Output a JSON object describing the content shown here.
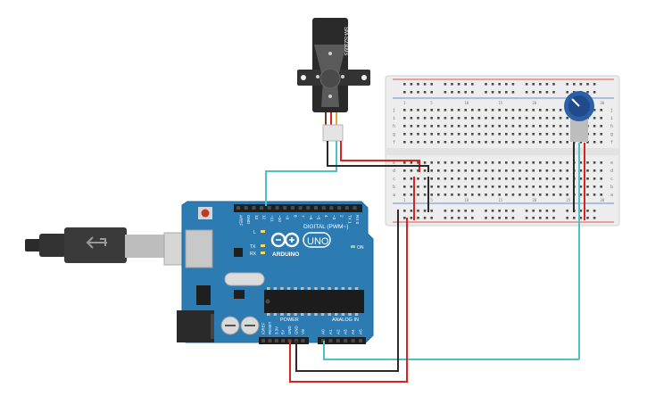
{
  "arduino": {
    "logo_text": "ARDUINO",
    "model_text": "UNO",
    "digital_header_label": "DIGITAL (PWM~)",
    "power_header_label": "POWER",
    "analog_header_label": "ANALOG IN",
    "on_label": "ON",
    "led_labels": {
      "l": "L",
      "tx": "TX",
      "rx": "RX"
    },
    "digital_pins": [
      "AREF",
      "GND",
      "13",
      "12",
      "~11",
      "~10",
      "~9",
      "8",
      "7",
      "~6",
      "~5",
      "4",
      "~3",
      "2",
      "TX 1",
      "RX 0"
    ],
    "power_pins": [
      "IOREF",
      "RESET",
      "3.3V",
      "5V",
      "GND",
      "GND",
      "Vin"
    ],
    "analog_pins": [
      "A0",
      "A1",
      "A2",
      "A3",
      "A4",
      "A5"
    ]
  },
  "servo": {
    "model_label": "SM-S2309S"
  },
  "breadboard": {
    "row_letters_top": [
      "j",
      "i",
      "h",
      "g",
      "f"
    ],
    "row_letters_bottom": [
      "e",
      "d",
      "c",
      "b",
      "a"
    ],
    "column_numbers": [
      "1",
      "5",
      "10",
      "15",
      "20",
      "25",
      "30"
    ]
  },
  "wire_colors": {
    "signal": "#4dc2c2",
    "power": "#d8231f",
    "ground": "#2a2a2a"
  }
}
